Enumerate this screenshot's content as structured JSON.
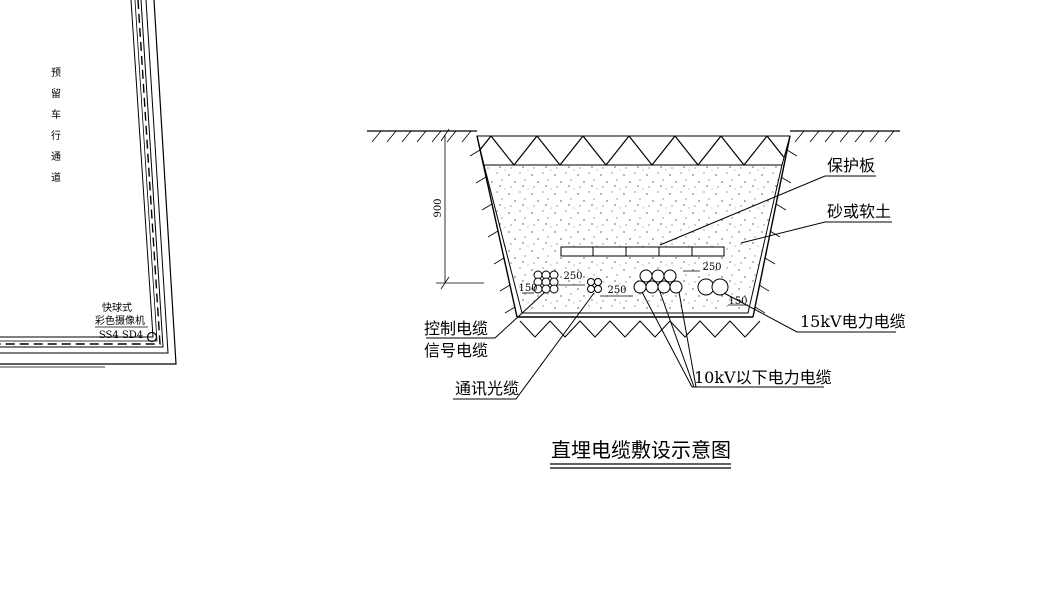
{
  "site_plan": {
    "reserved_lane_chars": [
      "预",
      "留",
      "车",
      "行",
      "通",
      "道"
    ],
    "camera_label_line1": "快球式",
    "camera_label_line2": "彩色摄像机",
    "camera_code": "SS4 SD4"
  },
  "section": {
    "depth_dim": "900",
    "dim_150_left": "150",
    "dim_250_a": "250",
    "dim_250_b": "250",
    "dim_250_c": "250",
    "dim_150_right": "150",
    "protective_board": "保护板",
    "sand_soil": "砂或软土",
    "cable_15kv": "15kV电力电缆",
    "control_cable": "控制电缆",
    "signal_cable": "信号电缆",
    "fiber_cable": "通讯光缆",
    "cable_10kv": "10kV以下电力电缆"
  },
  "title": "直埋电缆敷设示意图"
}
